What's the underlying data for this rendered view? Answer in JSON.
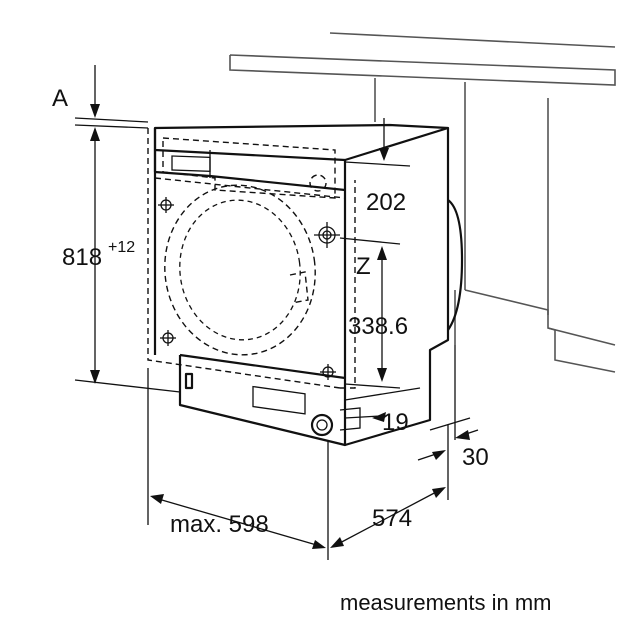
{
  "labels": {
    "a": "A",
    "height": "818",
    "height_tolerance": "+12",
    "top_offset": "202",
    "z": "Z",
    "z_height": "338.6",
    "foot_gap": "19",
    "rear_gap": "30",
    "width": "max. 598",
    "depth": "574",
    "units": "measurements in mm"
  }
}
